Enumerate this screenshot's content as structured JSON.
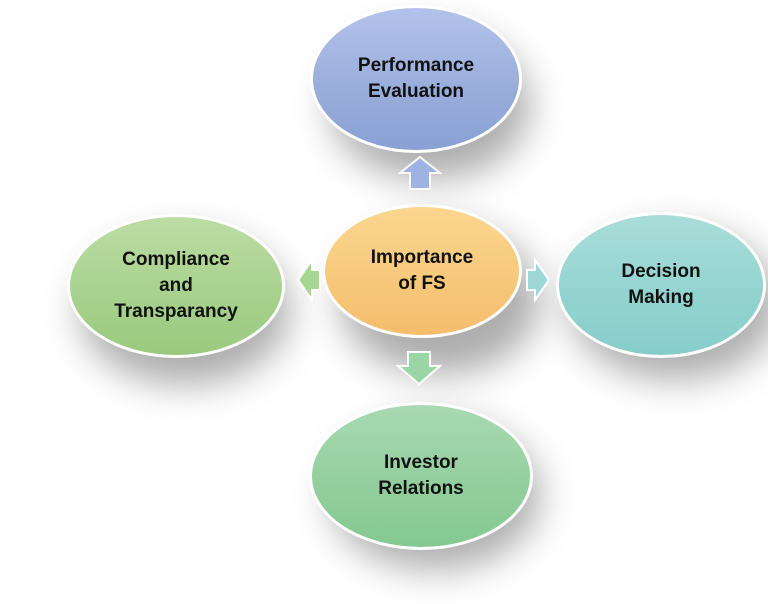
{
  "diagram": {
    "type": "radial-cycle",
    "center": {
      "label": "Importance of FS",
      "lines": [
        "Importance",
        "of FS"
      ],
      "color": "#f7c97c"
    },
    "nodes": [
      {
        "id": "top",
        "lines": [
          "Performance",
          "Evaluation"
        ],
        "color": "#9aaedc",
        "direction": "up"
      },
      {
        "id": "right",
        "lines": [
          "Decision",
          "Making"
        ],
        "color": "#94d4d0",
        "direction": "right"
      },
      {
        "id": "bottom",
        "lines": [
          "Investor",
          "Relations"
        ],
        "color": "#93cf9e",
        "direction": "down"
      },
      {
        "id": "left",
        "lines": [
          "Compliance",
          "and",
          "Transparancy"
        ],
        "color": "#a8d28e",
        "direction": "left"
      }
    ]
  }
}
